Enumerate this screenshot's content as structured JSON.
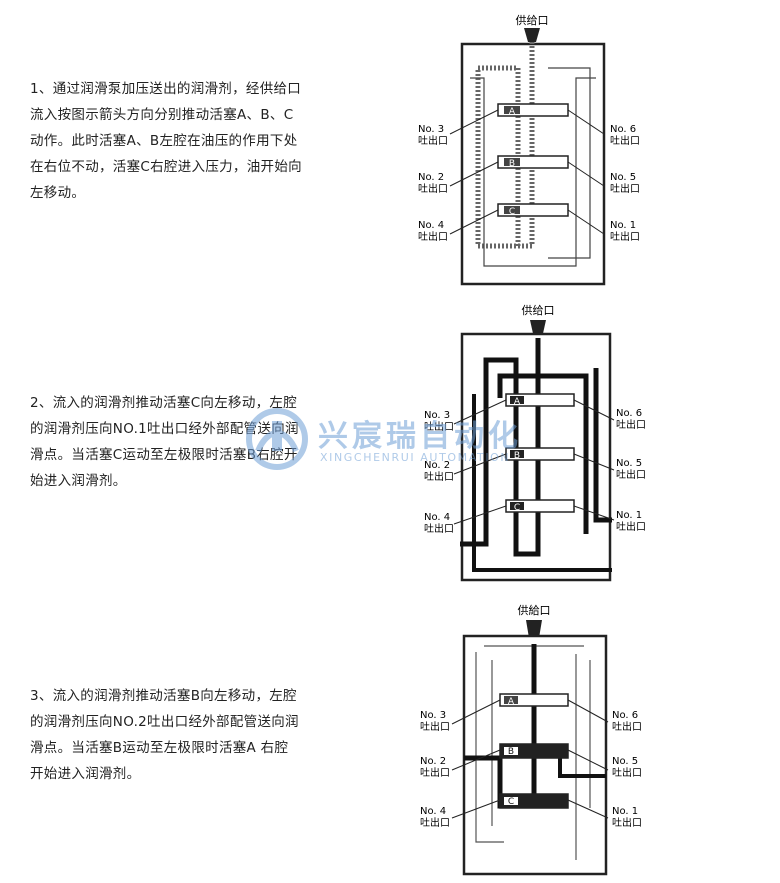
{
  "steps": [
    {
      "text": "1、通过润滑泵加压送出的润滑剂，经供给口\n流入按图示箭头方向分别推动活塞A、B、C\n动作。此时活塞A、B左腔在油压的作用下处\n在右位不动，活塞C右腔进入压力，油开始向\n左移动。"
    },
    {
      "text": "2、流入的润滑剂推动活塞C向左移动，左腔\n的润滑剂压向NO.1吐出口经外部配管送向润\n滑点。当活塞C运动至左极限时活塞B右腔开\n始进入润滑剂。"
    },
    {
      "text": "3、流入的润滑剂推动活塞B向左移动，左腔\n的润滑剂压向NO.2吐出口经外部配管送向润\n滑点。当活塞B运动至左极限时活塞A 右腔\n开始进入润滑剂。"
    }
  ],
  "diagrams": [
    {
      "supply_label": "供给口",
      "left_ports": [
        {
          "no": "No. 3",
          "label": "吐出口"
        },
        {
          "no": "No. 2",
          "label": "吐出口"
        },
        {
          "no": "No. 4",
          "label": "吐出口"
        }
      ],
      "right_ports": [
        {
          "no": "No. 6",
          "label": "吐出口"
        },
        {
          "no": "No. 5",
          "label": "吐出口"
        },
        {
          "no": "No. 1",
          "label": "吐出口"
        }
      ],
      "pistons": [
        "A",
        "B",
        "C"
      ]
    },
    {
      "supply_label": "供给口",
      "left_ports": [
        {
          "no": "No. 3",
          "label": "吐出口"
        },
        {
          "no": "No. 2",
          "label": "吐出口"
        },
        {
          "no": "No. 4",
          "label": "吐出口"
        }
      ],
      "right_ports": [
        {
          "no": "No. 6",
          "label": "吐出口"
        },
        {
          "no": "No. 5",
          "label": "吐出口"
        },
        {
          "no": "No. 1",
          "label": "吐出口"
        }
      ],
      "pistons": [
        "A",
        "B",
        "C"
      ]
    },
    {
      "supply_label": "供給口",
      "left_ports": [
        {
          "no": "No. 3",
          "label": "吐出口"
        },
        {
          "no": "No. 2",
          "label": "吐出口"
        },
        {
          "no": "No. 4",
          "label": "吐出口"
        }
      ],
      "right_ports": [
        {
          "no": "No. 6",
          "label": "吐出口"
        },
        {
          "no": "No. 5",
          "label": "吐出口"
        },
        {
          "no": "No. 1",
          "label": "吐出口"
        }
      ],
      "pistons": [
        "A",
        "B",
        "C"
      ]
    }
  ],
  "watermark": {
    "title": "兴宸瑞自动化",
    "subtitle": "XINGCHENRUI AUTOMATION"
  }
}
